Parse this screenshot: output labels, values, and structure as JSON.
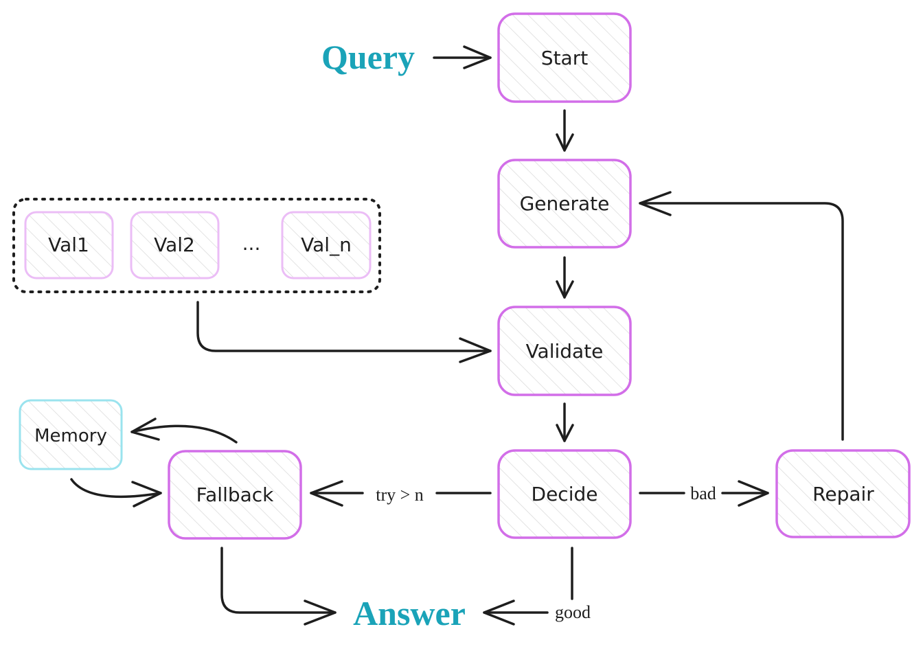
{
  "colors": {
    "main_stroke": "#d26ee8",
    "val_stroke": "#ebbdf6",
    "memory_stroke": "#9ae3ee",
    "io_text": "#1aa3b8",
    "line": "#1e1e1e",
    "hatch": "#d9d9d9"
  },
  "io": {
    "query": "Query",
    "answer": "Answer"
  },
  "nodes": {
    "start": "Start",
    "generate": "Generate",
    "validate": "Validate",
    "decide": "Decide",
    "repair": "Repair",
    "fallback": "Fallback",
    "memory": "Memory"
  },
  "validators": {
    "val1": "Val1",
    "val2": "Val2",
    "ellipsis": "...",
    "valn": "Val_n"
  },
  "edge_labels": {
    "try_gt_n": "try > n",
    "bad": "bad",
    "good": "good"
  }
}
